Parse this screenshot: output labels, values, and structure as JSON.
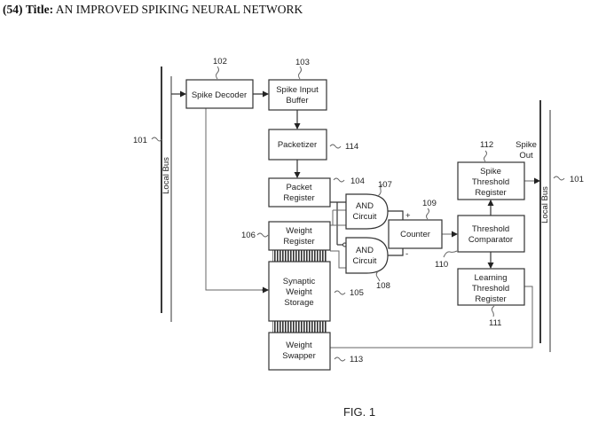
{
  "header": {
    "number": "(54)",
    "label": "Title:",
    "title": "AN IMPROVED SPIKING NEURAL NETWORK"
  },
  "diagram": {
    "blocks": {
      "spike_decoder": {
        "lines": [
          "Spike Decoder"
        ],
        "ref": "102"
      },
      "spike_input_buffer": {
        "lines": [
          "Spike Input",
          "Buffer"
        ],
        "ref": "103"
      },
      "packetizer": {
        "lines": [
          "Packetizer"
        ],
        "ref": "114"
      },
      "packet_register": {
        "lines": [
          "Packet",
          "Register"
        ],
        "ref": "104"
      },
      "weight_register": {
        "lines": [
          "Weight",
          "Register"
        ],
        "ref": "106"
      },
      "synaptic_weight_storage": {
        "lines": [
          "Synaptic",
          "Weight",
          "Storage"
        ],
        "ref": "105"
      },
      "weight_swapper": {
        "lines": [
          "Weight",
          "Swapper"
        ],
        "ref": "113"
      },
      "and_circuit_1": {
        "lines": [
          "AND",
          "Circuit"
        ],
        "ref": "107"
      },
      "and_circuit_2": {
        "lines": [
          "AND",
          "Circuit"
        ],
        "ref": "108"
      },
      "counter": {
        "lines": [
          "Counter"
        ],
        "ref": "109"
      },
      "threshold_comparator": {
        "lines": [
          "Threshold",
          "Comparator"
        ],
        "ref": "110"
      },
      "spike_threshold_register": {
        "lines": [
          "Spike",
          "Threshold",
          "Register"
        ],
        "ref": "112"
      },
      "learning_threshold_register": {
        "lines": [
          "Learning",
          "Threshold",
          "Register"
        ],
        "ref": "111"
      }
    },
    "local_bus": {
      "label": "Local Bus",
      "ref": "101"
    },
    "spike_out": {
      "lines": [
        "Spike",
        "Out"
      ]
    },
    "counter_inputs": {
      "plus": "+",
      "minus": "-"
    },
    "figure_label": "FIG. 1"
  }
}
